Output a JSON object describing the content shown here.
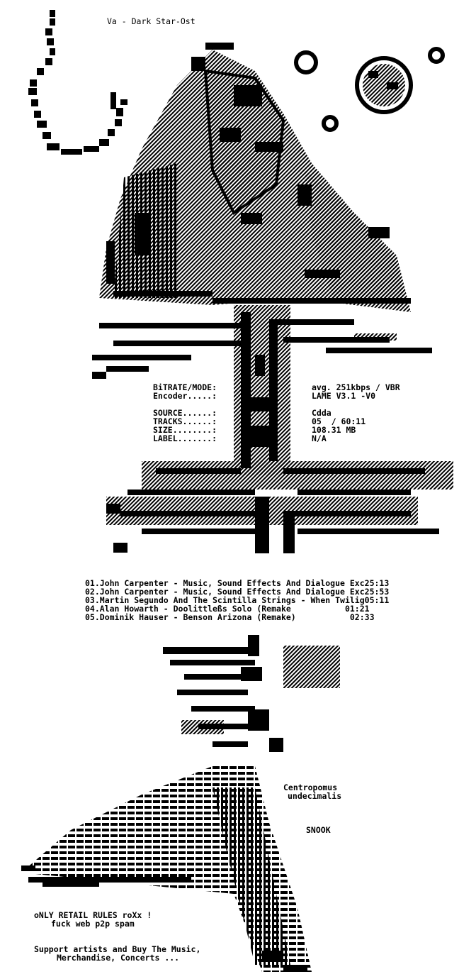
{
  "title": "Va - Dark Star-Ost",
  "info": {
    "bitrate_label": "BiTRATE/MODE:",
    "bitrate_value": "avg. 251kbps / VBR",
    "encoder_label": "Encoder.....:",
    "encoder_value": "LAME V3.1 -V0",
    "source_label": "SOURCE......:",
    "source_value": "Cdda",
    "tracks_label": "TRACKS......:",
    "tracks_value": "05  / 60:11",
    "size_label": "SIZE........:",
    "size_value": "108.31 MB",
    "label_label": "LABEL.......:",
    "label_value": "N/A"
  },
  "tracks": [
    "01.John Carpenter - Music, Sound Effects And Dialogue Exc25:13",
    "02.John Carpenter - Music, Sound Effects And Dialogue Exc25:53",
    "03.Martin Segundo And The Scintilla Strings - When Twilig05:11",
    "04.Alan Howarth - Doolittleßs Solo (Remake           01:21",
    "05.Dominik Hauser - Benson Arizona (Remake)           02:33"
  ],
  "fish": {
    "latin_line1": "Centropomus",
    "latin_line2": "undecimalis",
    "common": "SNOOK"
  },
  "footer": {
    "line1": "oNLY RETAIL RULES roXx !",
    "line2": "fuck web p2p spam",
    "line3": "Support artists and Buy The Music,",
    "line4": "Merchandise, Concerts ..."
  }
}
